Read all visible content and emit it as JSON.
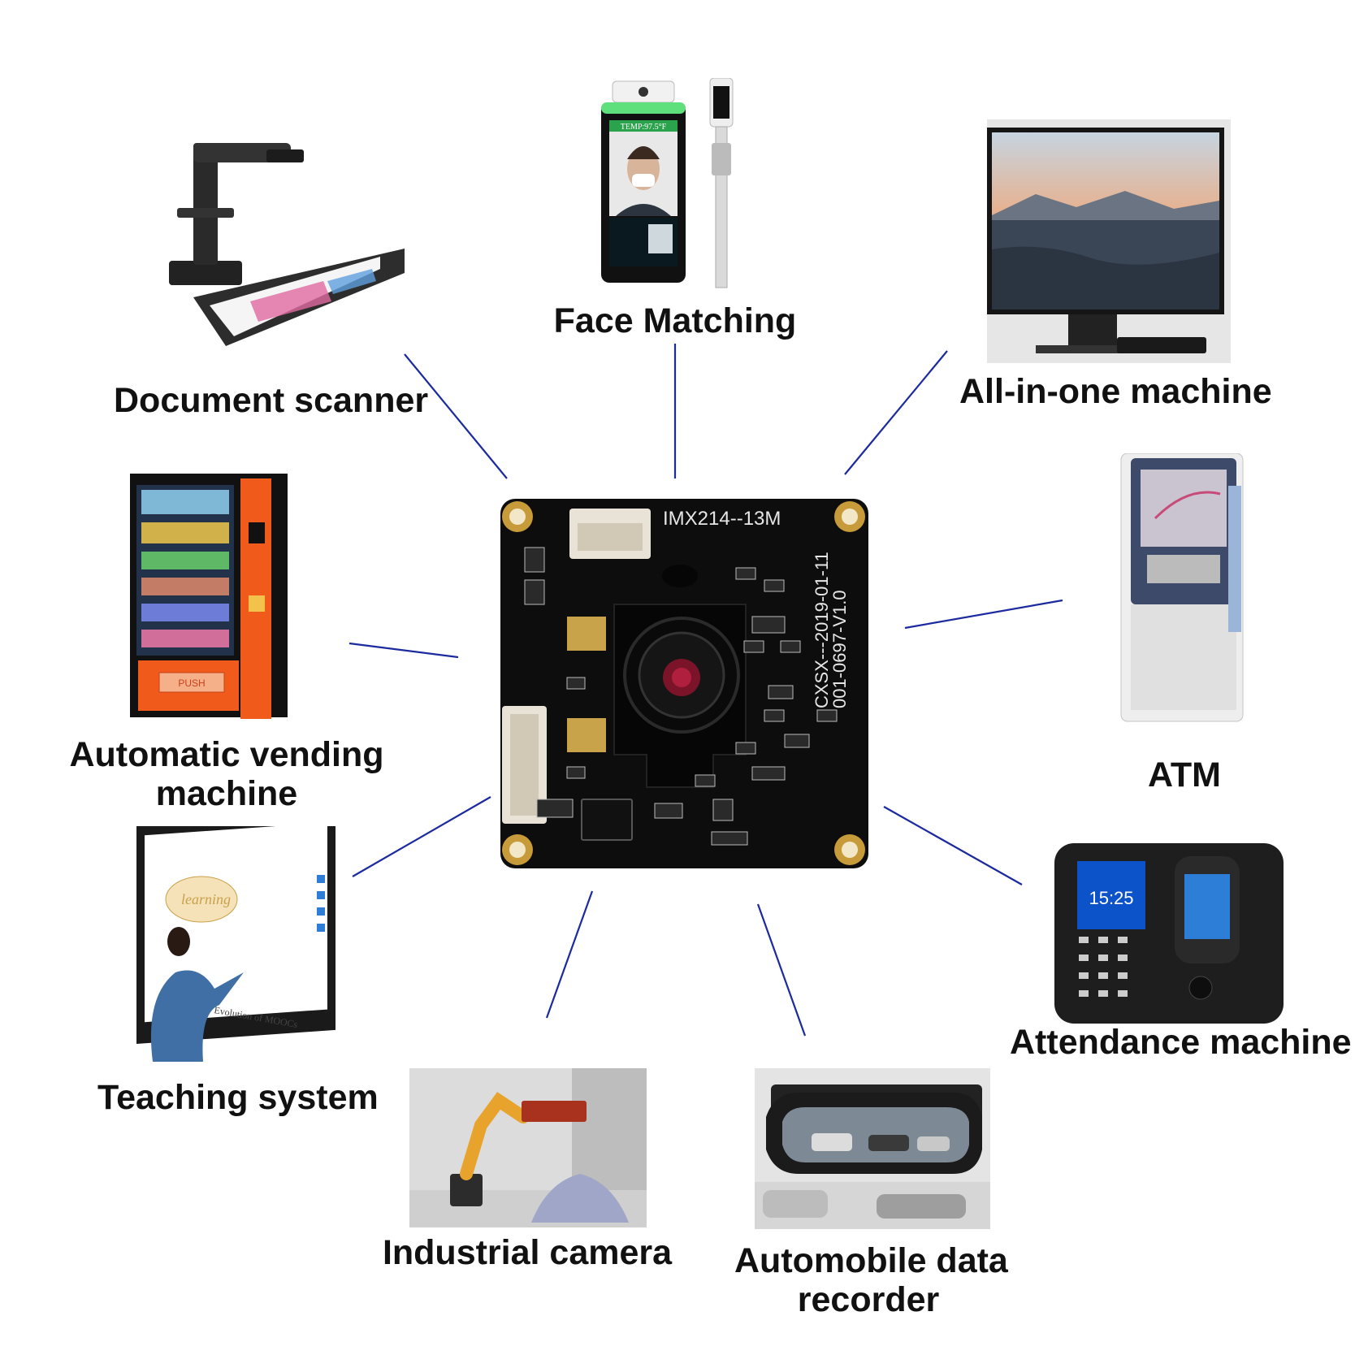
{
  "center_module": {
    "silk_model": "IMX214--13M",
    "silk_part": "001-0697-V1.0",
    "silk_date": "CXSX---2019-01-11"
  },
  "applications": [
    {
      "id": "document-scanner",
      "label": "Document scanner"
    },
    {
      "id": "face-matching",
      "label": "Face Matching"
    },
    {
      "id": "all-in-one-machine",
      "label": "All-in-one machine"
    },
    {
      "id": "atm",
      "label": "ATM"
    },
    {
      "id": "attendance-machine",
      "label": "Attendance machine"
    },
    {
      "id": "automobile-data-recorder",
      "label_line1": "Automobile data",
      "label_line2": "recorder"
    },
    {
      "id": "industrial-camera",
      "label": "Industrial camera"
    },
    {
      "id": "teaching-system",
      "label": "Teaching system"
    },
    {
      "id": "vending-machine",
      "label_line1": "Automatic vending",
      "label_line2": "machine"
    }
  ],
  "image_text": {
    "face_device_banner": "TEMP:97.5°F",
    "vending_button": "PUSH",
    "attendance_clock": "15:25",
    "whiteboard_word": "learning",
    "whiteboard_caption": "Evolution of MOOCs"
  },
  "colors": {
    "connector_line": "#1b2a9e",
    "pcb": "#0d0d0d",
    "vending_orange": "#f05a1a"
  }
}
